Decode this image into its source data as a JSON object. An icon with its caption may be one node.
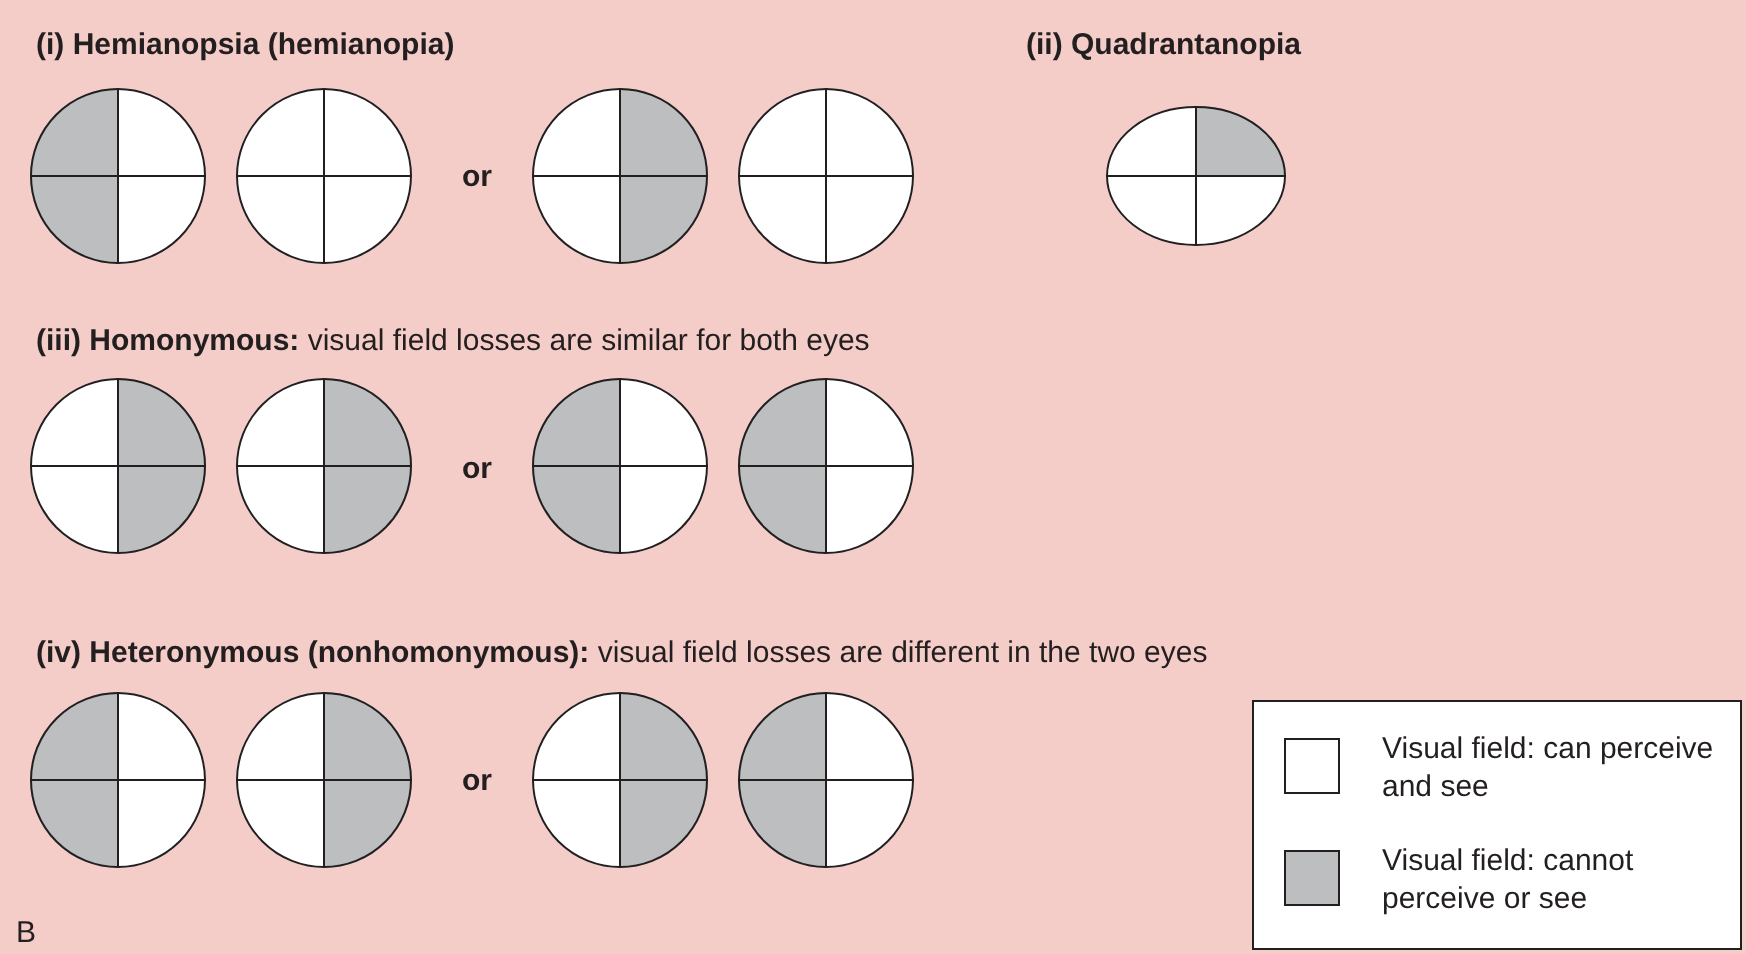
{
  "diagram": {
    "labels": [
      "(i) Hemianopsia (hemianopia)",
      "(ii) Quadrantanopia",
      "or",
      "**(iii) Homonymous:** visual field losses are similar for both eyes",
      "or",
      "**(iv) Heteronymous (nonhomonymous):** visual field losses are different in the two eyes",
      "or",
      "B"
    ],
    "legend": [
      {
        "text": "Visual field: can perceive and see",
        "color": "#ffffff"
      },
      {
        "text": "Visual field: cannot perceive or see",
        "color": "#bcbec0"
      }
    ]
  }
}
